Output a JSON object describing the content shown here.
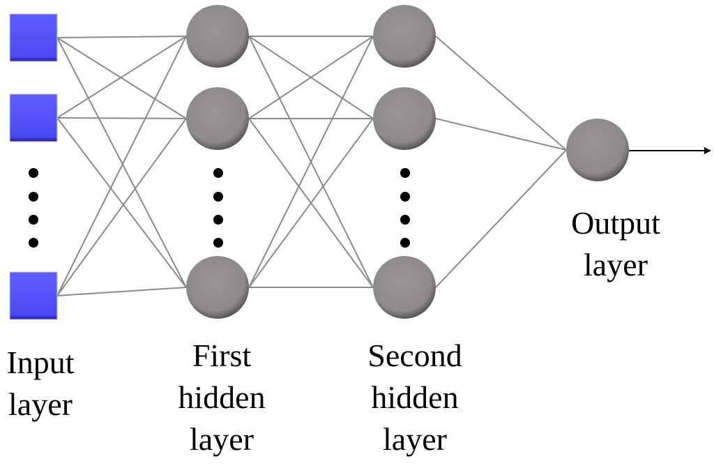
{
  "diagram": {
    "type": "neural-network",
    "colors": {
      "input_node": "#4f4ff5",
      "hidden_node": "#8f8b8b",
      "edge": "#8a8a8a",
      "ellipsis": "#000000"
    },
    "layers": [
      {
        "id": "input",
        "label_lines": [
          "Input",
          "layer"
        ],
        "shape": "square",
        "visible_nodes": 3,
        "ellipsis": true
      },
      {
        "id": "hidden1",
        "label_lines": [
          "First",
          "hidden",
          "layer"
        ],
        "shape": "circle",
        "visible_nodes": 3,
        "ellipsis": true
      },
      {
        "id": "hidden2",
        "label_lines": [
          "Second",
          "hidden",
          "layer"
        ],
        "shape": "circle",
        "visible_nodes": 3,
        "ellipsis": true
      },
      {
        "id": "output",
        "label_lines": [
          "Output",
          "layer"
        ],
        "shape": "circle",
        "visible_nodes": 1,
        "ellipsis": false
      }
    ],
    "connections": "fully-connected",
    "output_arrow": true
  }
}
